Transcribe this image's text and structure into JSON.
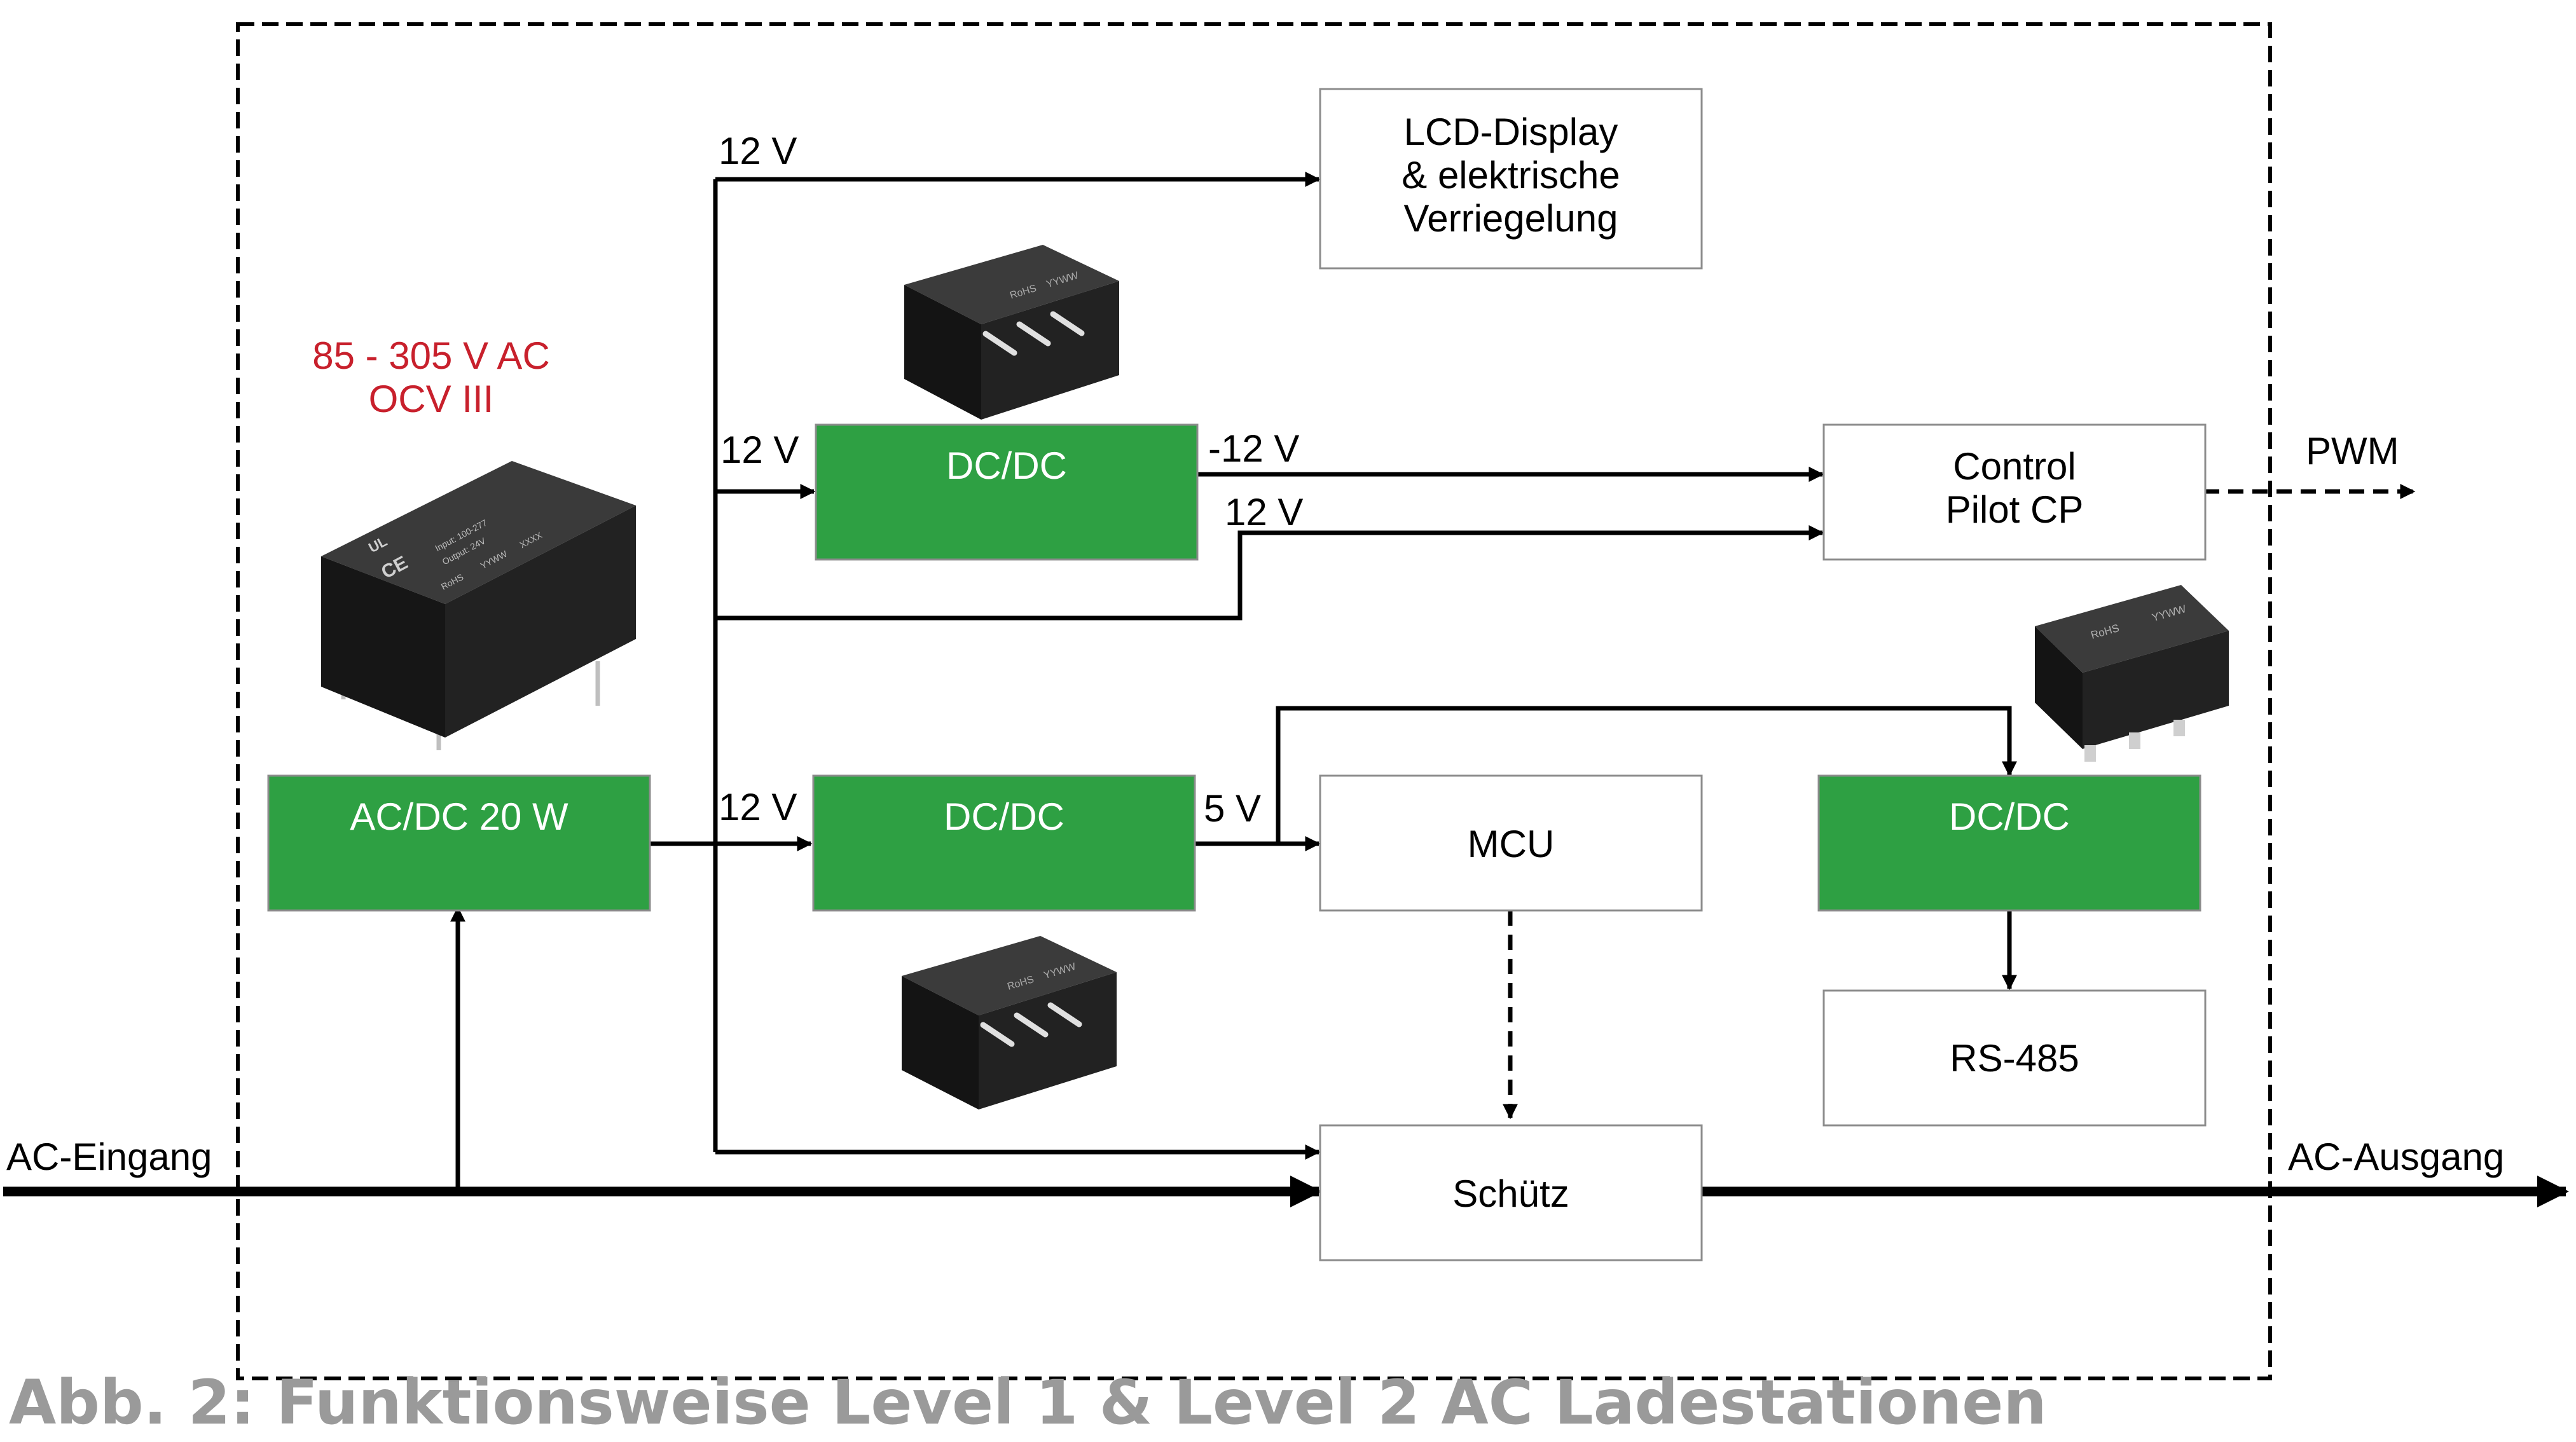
{
  "caption": "Abb. 2: Funktionsweise Level 1 & Level 2 AC Ladestationen",
  "colors": {
    "green_box": "#2ea043",
    "red_text": "#c8202c",
    "line": "#000000",
    "box_border": "#8c8c8c",
    "caption": "#9a9a9a"
  },
  "blocks": {
    "acdc": "AC/DC 20 W",
    "dcdc_top": "DC/DC",
    "dcdc_mid": "DC/DC",
    "dcdc_right": "DC/DC",
    "lcd": [
      "LCD-Display",
      "& elektrische",
      "Verriegelung"
    ],
    "control_pilot": [
      "Control",
      "Pilot CP"
    ],
    "mcu": "MCU",
    "rs485": "RS-485",
    "schuetz": "Schütz"
  },
  "labels": {
    "input_spec": [
      "85 - 305 V AC",
      "OCV III"
    ],
    "v12_lcd": "12 V",
    "v12_top_in": "12 V",
    "vneg12": "-12 V",
    "v12_cp": "12 V",
    "v12_mid_in": "12 V",
    "v5": "5 V",
    "pwm": "PWM",
    "ac_in": "AC-Eingang",
    "ac_out": "AC-Ausgang"
  },
  "module_markings": {
    "acdc_module": [
      "Input: 100-277",
      "Output: 24V",
      "RoHS",
      "YYWW",
      "XXXX"
    ],
    "sip_module": [
      "RoHS",
      "YYWW"
    ],
    "smd_module": [
      "RoHS",
      "YYWW"
    ]
  },
  "icons": [
    "acdc-module-photo-icon",
    "sip-dcdc-module-photo-icon",
    "smd-dcdc-module-photo-icon",
    "ce-mark-icon",
    "ul-mark-icon"
  ]
}
